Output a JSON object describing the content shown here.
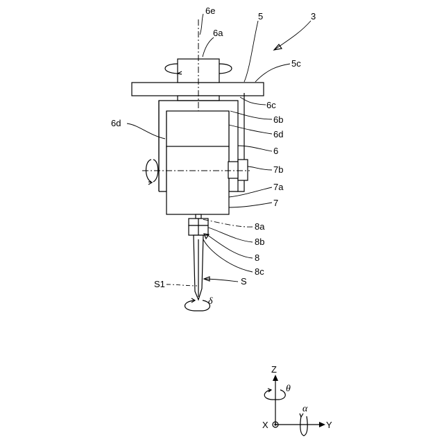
{
  "figure": {
    "labels": {
      "ref_3": "3",
      "ref_5": "5",
      "ref_5c": "5c",
      "ref_6e": "6e",
      "ref_6a": "6a",
      "ref_6c": "6c",
      "ref_6b": "6b",
      "ref_6d_right": "6d",
      "ref_6d_left": "6d",
      "ref_6": "6",
      "ref_7b": "7b",
      "ref_7a": "7a",
      "ref_7": "7",
      "ref_8a": "8a",
      "ref_8b": "8b",
      "ref_8": "8",
      "ref_8c": "8c",
      "ref_S1": "S1",
      "ref_S": "S",
      "delta": "δ"
    },
    "axes": {
      "z": "Z",
      "theta": "θ",
      "x": "X",
      "y": "Y",
      "alpha": "α"
    }
  }
}
